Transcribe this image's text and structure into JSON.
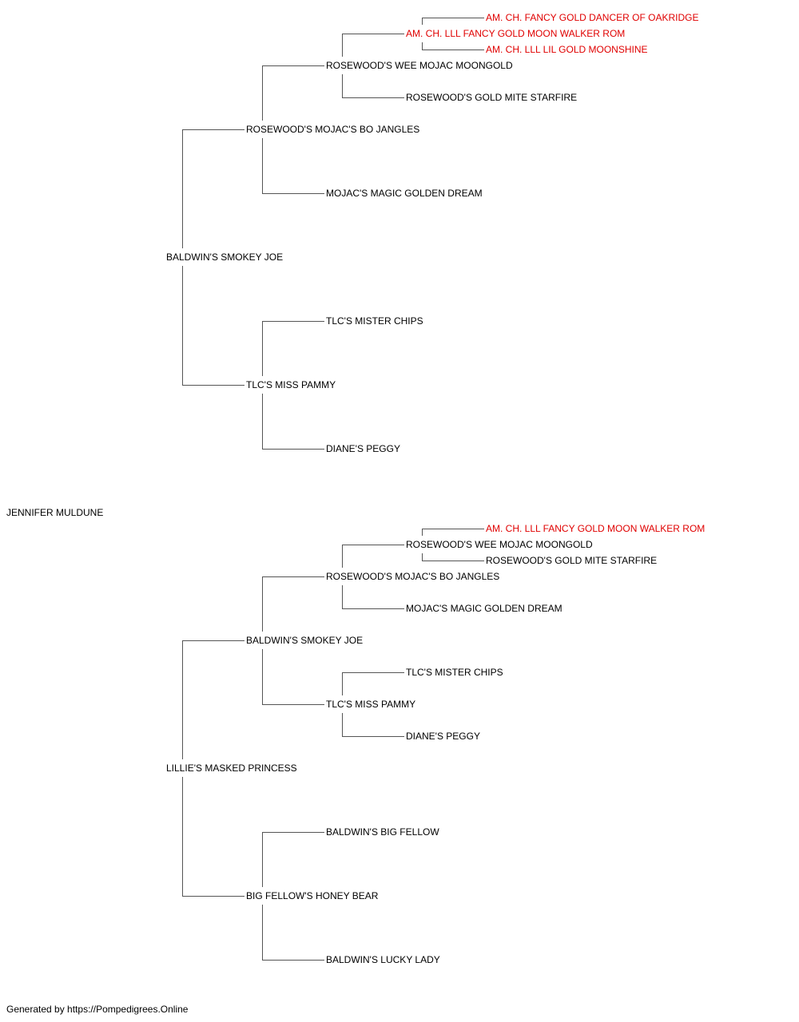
{
  "pedigree": {
    "subject": "JENNIFER MULDUNE",
    "nodes": {
      "root": "JENNIFER MULDUNE",
      "s": "BALDWIN'S SMOKEY JOE",
      "d": "LILLIE'S MASKED PRINCESS",
      "ss": "ROSEWOOD'S MOJAC'S BO JANGLES",
      "sd": "TLC'S MISS PAMMY",
      "ds": "BALDWIN'S SMOKEY JOE",
      "dd": "BIG FELLOW'S HONEY BEAR",
      "sss": "ROSEWOOD'S WEE MOJAC MOONGOLD",
      "ssd": "MOJAC'S MAGIC GOLDEN DREAM",
      "sds": "TLC'S MISTER CHIPS",
      "sdd": "DIANE'S PEGGY",
      "dss": "ROSEWOOD'S MOJAC'S BO JANGLES",
      "dsd": "TLC'S MISS PAMMY",
      "dds": "BALDWIN'S BIG FELLOW",
      "ddd": "BALDWIN'S LUCKY LADY",
      "ssss": "AM. CH. LLL FANCY GOLD MOON WALKER ROM",
      "sssd": "ROSEWOOD'S GOLD MITE STARFIRE",
      "dsss": "ROSEWOOD'S WEE MOJAC MOONGOLD",
      "dssd": "MOJAC'S MAGIC GOLDEN DREAM",
      "dsds": "TLC'S MISTER CHIPS",
      "dsdd": "DIANE'S PEGGY",
      "sssss": "AM. CH. FANCY GOLD DANCER OF OAKRIDGE",
      "ssssd": "AM. CH. LLL LIL GOLD MOONSHINE",
      "dssss": "AM. CH. LLL FANCY GOLD MOON WALKER ROM",
      "dsssd": "ROSEWOOD'S GOLD MITE STARFIRE"
    },
    "champions": [
      "ssss",
      "sssss",
      "ssssd",
      "dssss"
    ],
    "colors": {
      "champion": "#e00000",
      "normal": "#000000",
      "line": "#555555"
    }
  },
  "footer": {
    "text": "Generated by https://Pompedigrees.Online"
  }
}
